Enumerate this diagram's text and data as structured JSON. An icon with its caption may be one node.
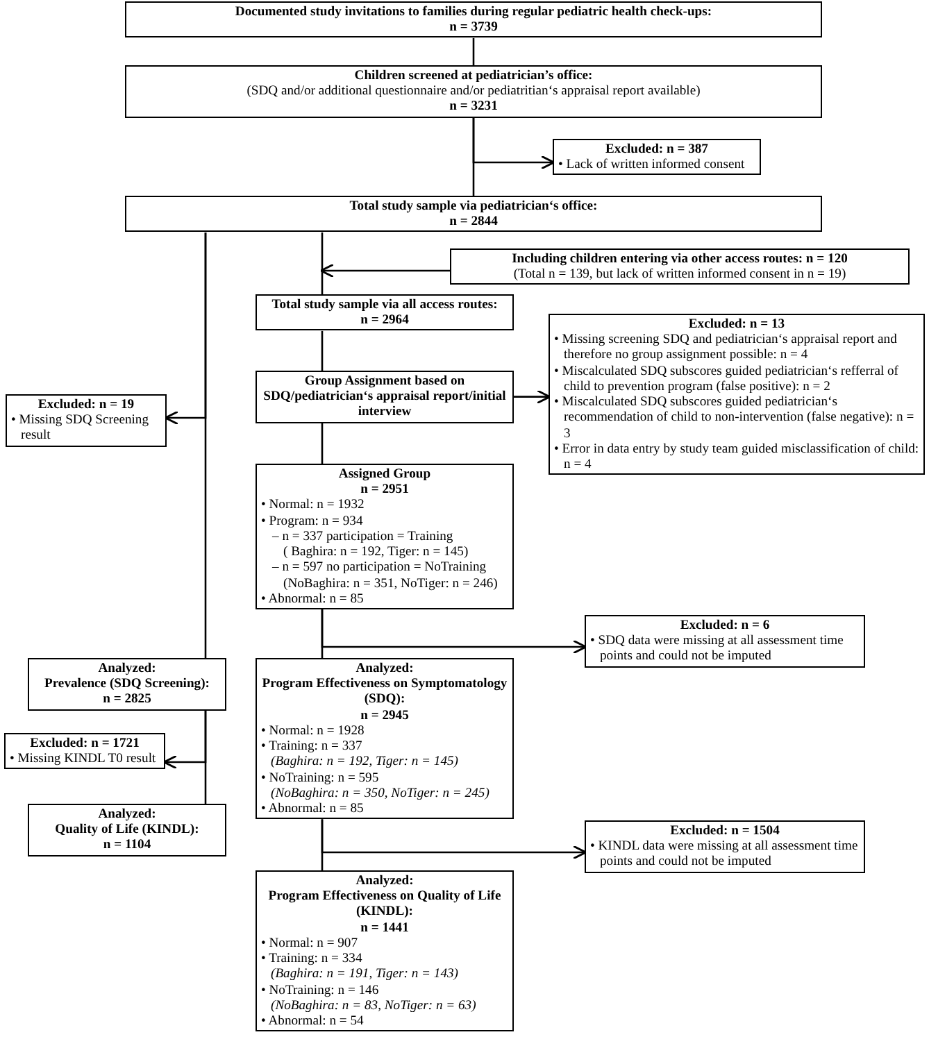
{
  "diagram": {
    "nodes": [
      {
        "text": [
          "Documented study invitations to families during regular pediatric health check-ups:",
          "n = 3739"
        ]
      },
      {
        "text": [
          "Children screened at pediatrician’s office:",
          "(SDQ and/or additional questionnaire and/or pediatritian‘s appraisal report available)",
          "n = 3231"
        ]
      },
      {
        "text": [
          "Excluded: n = 387",
          "• Lack of written informed consent"
        ]
      },
      {
        "text": [
          "Total study sample via pediatrician‘s office:",
          "n = 2844"
        ]
      },
      {
        "text": [
          "Including children entering via other access routes: n = 120",
          "(Total n = 139, but lack of written informed consent in n = 19)"
        ]
      },
      {
        "text": [
          "Total study sample via all access routes:",
          "n = 2964"
        ]
      },
      {
        "text": [
          "Excluded: n = 13",
          "• Missing screening SDQ and pediatrician‘s appraisal report and therefore no group assignment possible: n = 4",
          "• Miscalculated SDQ subscores guided pediatrician‘s refferral of child to prevention program (false positive): n = 2",
          "• Miscalculated SDQ subscores guided pediatrician‘s recommendation of child to non-intervention (false negative): n = 3",
          "• Error in data entry by study team guided misclassification of child: n = 4"
        ]
      },
      {
        "text": [
          "Group Assignment based on SDQ/pediatrician‘s appraisal report/initial interview"
        ]
      },
      {
        "text": [
          "Excluded: n = 19",
          "• Missing SDQ Screening result"
        ]
      },
      {
        "text": [
          "Assigned Group",
          "n = 2951",
          "• Normal: n = 1932",
          "• Program: n = 934",
          "– n = 337 participation = Training",
          "( Baghira: n = 192, Tiger: n = 145)",
          "– n = 597 no participation = NoTraining",
          "(NoBaghira: n = 351, NoTiger: n = 246)",
          "• Abnormal: n = 85"
        ]
      },
      {
        "text": [
          "Excluded: n = 6",
          "• SDQ data were missing at all assessment time points and could not be imputed"
        ]
      },
      {
        "text": [
          "Analyzed:",
          "Prevalence (SDQ Screening):",
          "n = 2825"
        ]
      },
      {
        "text": [
          "Analyzed:",
          "Program Effectiveness on Symptomatology (SDQ):",
          "n = 2945",
          "• Normal: n = 1928",
          "• Training: n = 337",
          "(Baghira: n = 192, Tiger: n = 145)",
          "• NoTraining: n = 595",
          "(NoBaghira: n = 350, NoTiger: n = 245)",
          "• Abnormal: n = 85"
        ]
      },
      {
        "text": [
          "Excluded: n = 1721",
          "• Missing KINDL T0 result"
        ]
      },
      {
        "text": [
          "Analyzed:",
          "Quality of Life (KINDL):",
          "n = 1104"
        ]
      },
      {
        "text": [
          "Excluded: n = 1504",
          "• KINDL data were missing at all assessment time points and could not be imputed"
        ]
      },
      {
        "text": [
          "Analyzed:",
          "Program Effectiveness on Quality of Life (KINDL):",
          "n = 1441",
          "• Normal: n = 907",
          "• Training: n = 334",
          "(Baghira: n = 191, Tiger: n = 143)",
          "• NoTraining: n = 146",
          "(NoBaghira: n = 83, NoTiger: n = 63)",
          "• Abnormal: n = 54"
        ]
      }
    ],
    "edges": [
      {
        "from": 0,
        "to": 1,
        "arrow": "none"
      },
      {
        "from": 1,
        "to": 3,
        "arrow": "none"
      },
      {
        "from": 1,
        "to": 2,
        "arrow": "to"
      },
      {
        "from": 3,
        "to": 5,
        "arrow": "none"
      },
      {
        "from": 4,
        "to": 5,
        "arrow": "to"
      },
      {
        "from": 3,
        "to": 8,
        "arrow": "to"
      },
      {
        "from": 3,
        "to": 11,
        "arrow": "none"
      },
      {
        "from": 5,
        "to": 7,
        "arrow": "none"
      },
      {
        "from": 7,
        "to": 6,
        "arrow": "to"
      },
      {
        "from": 7,
        "to": 9,
        "arrow": "none"
      },
      {
        "from": 9,
        "to": 10,
        "arrow": "to"
      },
      {
        "from": 9,
        "to": 12,
        "arrow": "none"
      },
      {
        "from": 11,
        "to": 13,
        "arrow": "to"
      },
      {
        "from": 11,
        "to": 14,
        "arrow": "none"
      },
      {
        "from": 12,
        "to": 15,
        "arrow": "to"
      },
      {
        "from": 12,
        "to": 16,
        "arrow": "none"
      }
    ]
  }
}
